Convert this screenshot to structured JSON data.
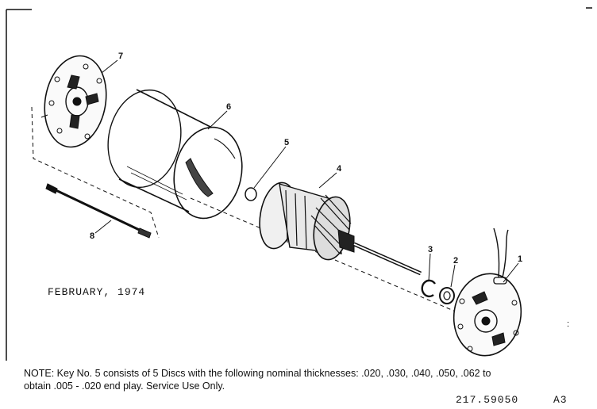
{
  "diagram": {
    "callouts": {
      "k1": "1",
      "k2": "2",
      "k3": "3",
      "k4": "4",
      "k5": "5",
      "k6": "6",
      "k7": "7",
      "k8": "8"
    },
    "date": "FEBRUARY, 1974",
    "note_line1": "NOTE: Key No. 5 consists of 5 Discs with the following nominal thicknesses: .020, .030, .040, .050, .062 to",
    "note_line2": "obtain .005 - .020 end play. Service Use Only.",
    "part_number": "217.59050",
    "sheet": "A3"
  }
}
